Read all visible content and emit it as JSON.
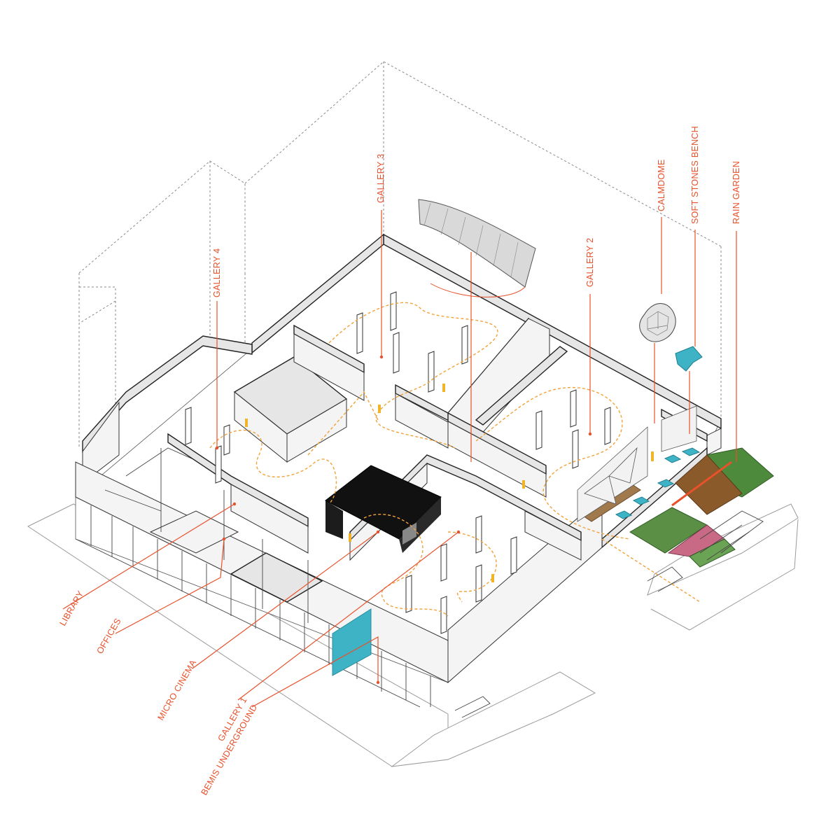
{
  "labels": {
    "gallery_3": "GALLERY 3",
    "gallery_4": "GALLERY 4",
    "gallery_2": "GALLERY 2",
    "calmdome": "CALMDOME",
    "soft_stones_bench": "SOFT STONES BENCH",
    "rain_garden": "RAIN GARDEN",
    "library": "LIBRARY",
    "offices": "OFFICES",
    "micro_cinema": "MICRO CINEMA",
    "gallery_1": "GALLERY 1",
    "bemis_underground": "BEMIS UNDERGROUND"
  },
  "colors": {
    "label": "#e8512a",
    "circulation_path": "#f2a23a",
    "cinema": "#1c1c1c",
    "water_feature": "#3fb3c6",
    "garden": "#4e8a3c",
    "figures": "#f0b429"
  }
}
